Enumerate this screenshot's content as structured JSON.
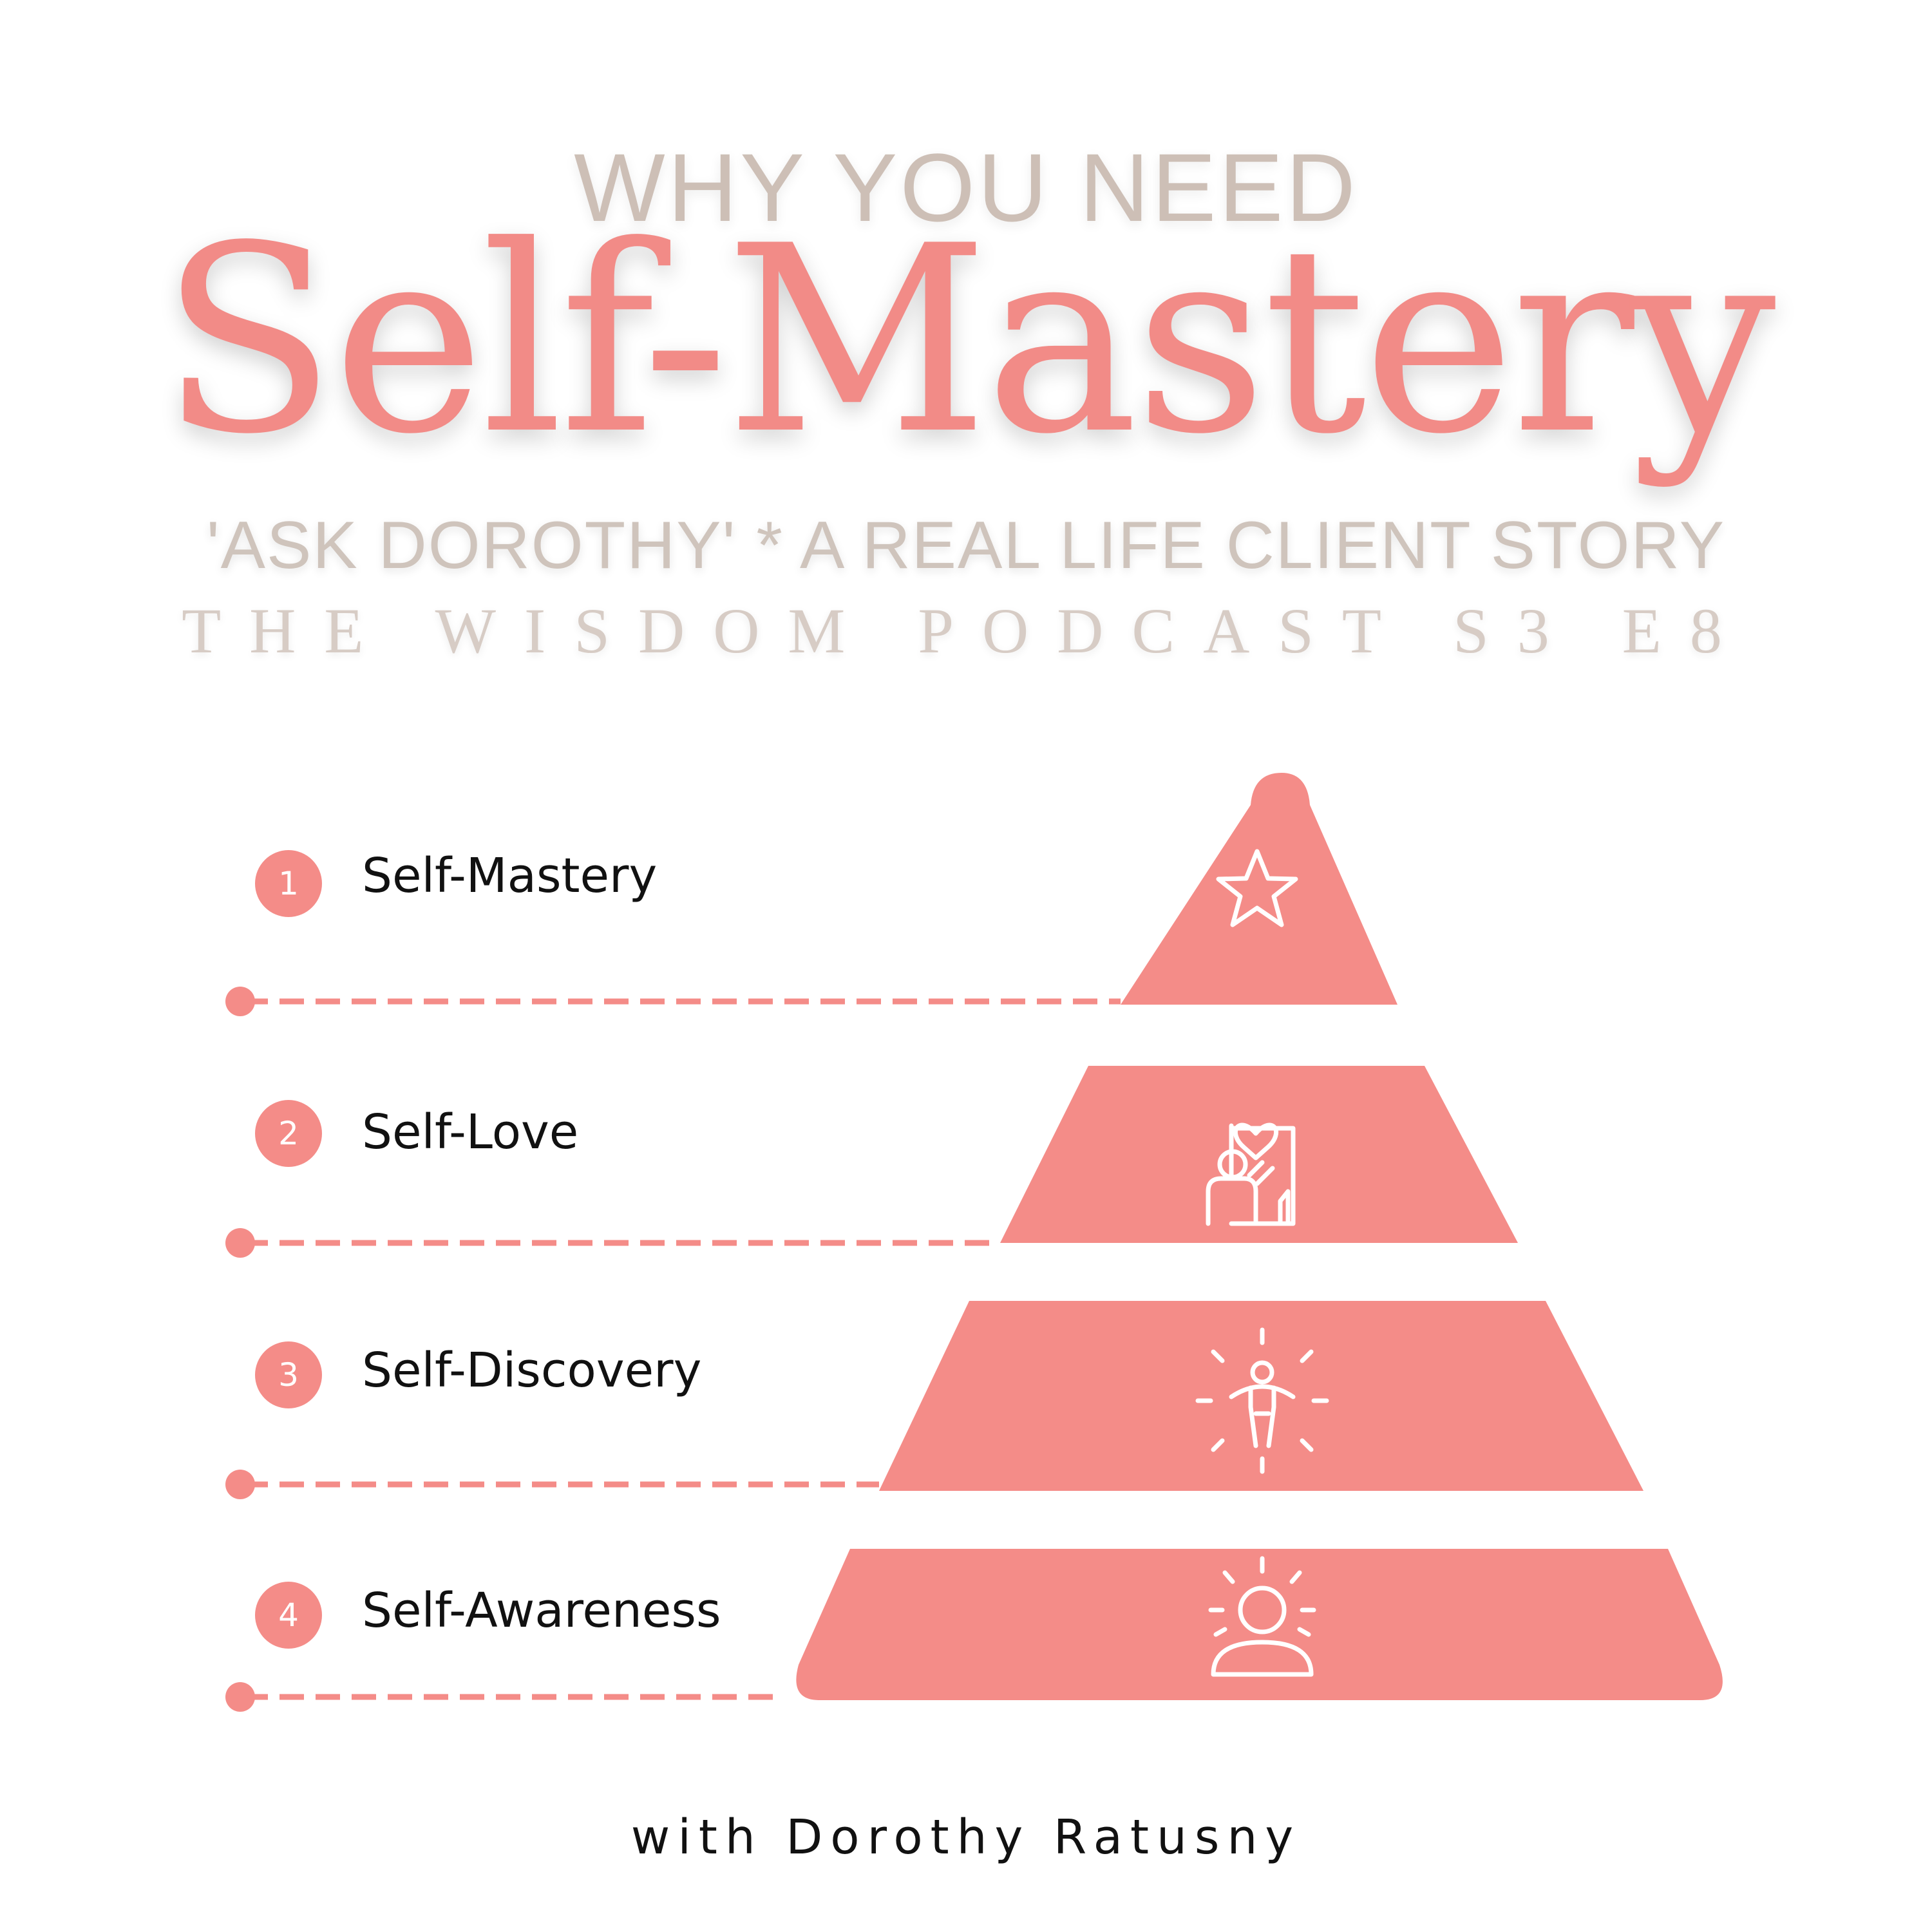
{
  "header": {
    "kicker": "WHY YOU NEED",
    "title": "Self-Mastery",
    "subtitle": "'ASK DOROTHY' * A REAL LIFE CLIENT STORY",
    "series": "THE WISDOM PODCAST S3 E8"
  },
  "levels": [
    {
      "number": "1",
      "label": "Self-Mastery",
      "icon": "star-icon"
    },
    {
      "number": "2",
      "label": "Self-Love",
      "icon": "mirror-heart-icon"
    },
    {
      "number": "3",
      "label": "Self-Discovery",
      "icon": "radiant-person-icon"
    },
    {
      "number": "4",
      "label": "Self-Awareness",
      "icon": "awakened-person-icon"
    }
  ],
  "footer": {
    "byline": "with Dorothy Ratusny"
  },
  "colors": {
    "accent": "#f48c88",
    "muted": "#cdbfb6",
    "text": "#111111"
  }
}
